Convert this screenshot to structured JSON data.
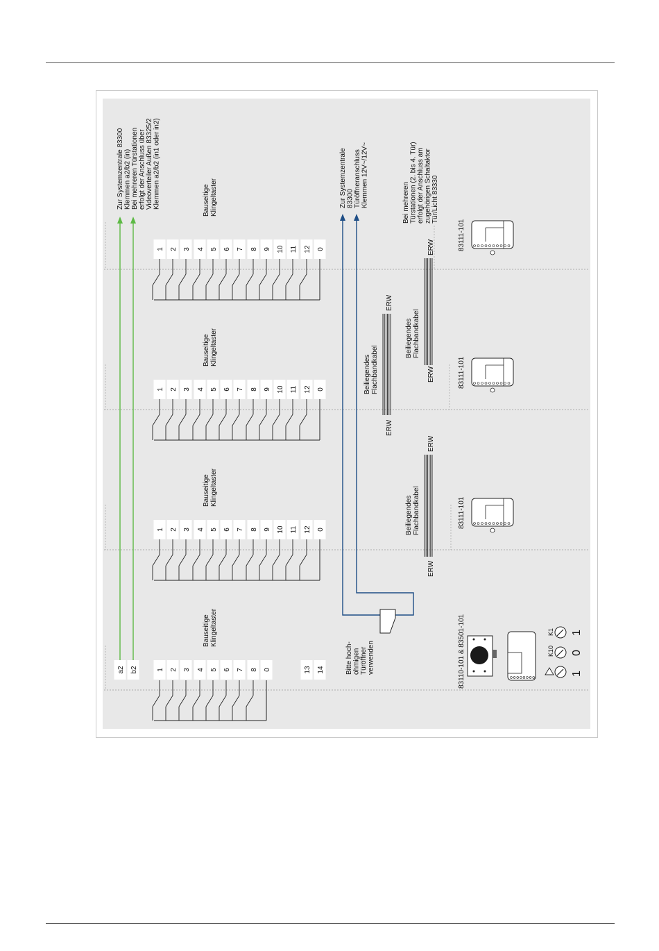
{
  "terminals_long": [
    "1",
    "2",
    "3",
    "4",
    "5",
    "6",
    "7",
    "8",
    "9",
    "10",
    "11",
    "12",
    "0"
  ],
  "terminals_short": [
    "1",
    "2",
    "3",
    "4",
    "5",
    "6",
    "7",
    "8",
    "0"
  ],
  "terminals_extra": [
    "13",
    "14"
  ],
  "bus_terminals": [
    "a2",
    "b2"
  ],
  "note_bus": [
    "Zur Systemzentrale 83300",
    "Klemmen a2/b2 (in)",
    "Bei mehreren Türstationen",
    "erfolgt der Anschluss über",
    "Videoverteiler Außen 83325/2",
    "Klemmen a2/b2 (in1 oder in2)"
  ],
  "note_opener": [
    "Zur Systemzentrale",
    "83300",
    "Türöffneranschluss",
    "Klemmen 12V~/12V~"
  ],
  "note_multi": [
    "Bei mehreren",
    "Türstationen (2. bis 4. Tür)",
    "erfolgt der Anschluss am",
    "zugehörigen Schaltaktor",
    "Tür/Licht 83330"
  ],
  "note_door_opener": [
    "Bitte hoch-",
    "ohmigen",
    "Türöffner",
    "verwenden"
  ],
  "label_bell_buttons": [
    "Bauseitige",
    "Klingeltaster"
  ],
  "label_ribbon_cable": [
    "Beiliegendes",
    "Flachbandkabel"
  ],
  "erw": "ERW",
  "module_extension": "83111-101",
  "module_main": "83110-101 & 83501-101",
  "switch_labels": [
    "K10",
    "K1"
  ],
  "switch_values": [
    "1",
    "0",
    "1"
  ],
  "colors": {
    "bus_wire": "#5cb944",
    "opener_wire": "#1f4e86",
    "panel": "#e8e8e8"
  }
}
